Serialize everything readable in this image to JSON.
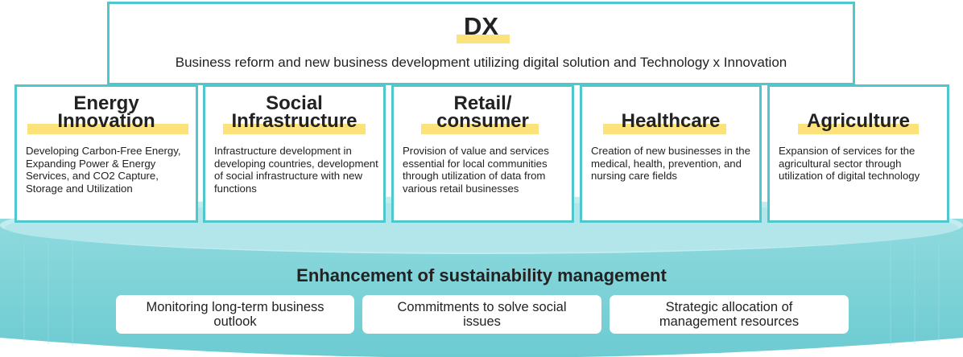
{
  "dx": {
    "title": "DX",
    "subtitle": "Business reform and new business development utilizing digital solution and Technology x Innovation"
  },
  "sectors": [
    {
      "title_line1": "Energy",
      "title_line2": "Innovation",
      "description": "Developing Carbon-Free Energy, Expanding Power & Energy Services, and CO2 Capture, Storage and Utilization"
    },
    {
      "title_line1": "Social",
      "title_line2": "Infrastructure",
      "description": "Infrastructure development in developing countries, development of social infrastructure with new functions"
    },
    {
      "title_line1": "Retail/",
      "title_line2": "consumer",
      "description": "Provision of value and services essential for local communities through utilization of data from various retail businesses"
    },
    {
      "title_line1": "",
      "title_line2": "Healthcare",
      "description": "Creation of new businesses in the medical, health, prevention, and nursing care fields"
    },
    {
      "title_line1": "",
      "title_line2": "Agriculture",
      "description": "Expansion of services for the agricultural sector through utilization of digital technology"
    }
  ],
  "sustainability": {
    "title": "Enhancement of sustainability management",
    "pillars": [
      "Monitoring long-term business outlook",
      "Commitments to solve social issues",
      "Strategic allocation of management resources"
    ]
  },
  "colors": {
    "frame": "#4fc7cc",
    "highlight": "#fbe27a",
    "disc_top": "#bfeaed",
    "disc_side": "#7fd3d8"
  }
}
